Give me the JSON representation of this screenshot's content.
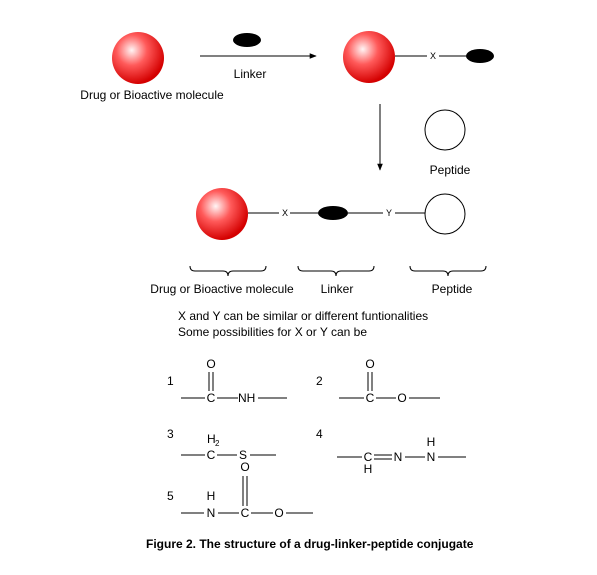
{
  "labels": {
    "linker_top": "Linker",
    "drug_top": "Drug or Bioactive molecule",
    "peptide_right": "Peptide",
    "bracket_drug": "Drug or Bioactive molecule",
    "bracket_linker": "Linker",
    "bracket_peptide": "Peptide",
    "x_top": "X",
    "x_mid": "X",
    "y_mid": "Y"
  },
  "notes": {
    "line1": "X and Y can be similar or different funtionalities",
    "line2": "Some possibilities for X or Y can be"
  },
  "structures": {
    "n1": "1",
    "n2": "2",
    "n3": "3",
    "n4": "4",
    "n5": "5",
    "s1": {
      "o": "O",
      "c": "C",
      "nh": "NH"
    },
    "s2": {
      "o": "O",
      "c": "C",
      "o2": "O"
    },
    "s3": {
      "h": "H",
      "h_sub": "2",
      "c": "C",
      "s": "S"
    },
    "s4": {
      "c": "C",
      "h_below": "H",
      "n": "N",
      "h_above": "H",
      "n2": "N"
    },
    "s5": {
      "h": "H",
      "n": "N",
      "o_top": "O",
      "c": "C",
      "o2": "O"
    }
  },
  "caption": "Figure 2. The structure of a drug-linker-peptide conjugate",
  "colors": {
    "sphere_light": "#fff5f5",
    "sphere_mid": "#ff5a5a",
    "sphere_dark": "#d40000",
    "linker": "#000000",
    "peptide_fill": "#ffffff"
  }
}
